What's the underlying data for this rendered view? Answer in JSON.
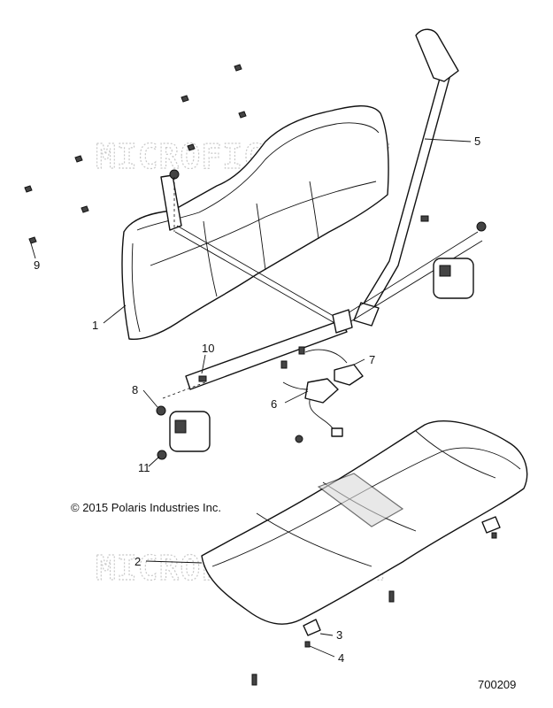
{
  "watermark": "MICROFICHE.NET",
  "copyright": "© 2015 Polaris Industries Inc.",
  "diagram_id": "700209",
  "callouts": [
    "1",
    "2",
    "3",
    "4",
    "5",
    "6",
    "7",
    "8",
    "9",
    "10",
    "11"
  ]
}
